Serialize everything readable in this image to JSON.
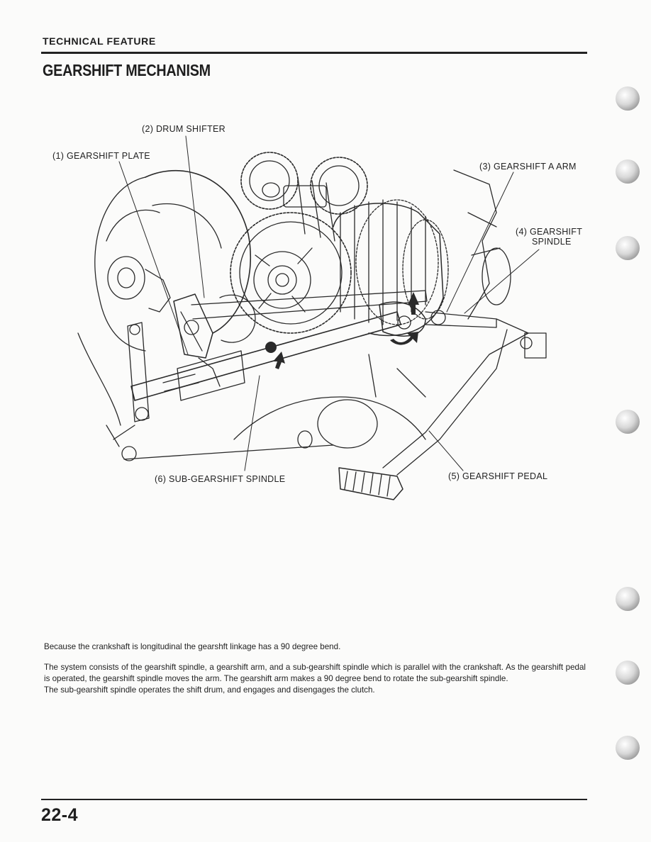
{
  "header": {
    "section_label": "TECHNICAL FEATURE",
    "title": "GEARSHIFT MECHANISM"
  },
  "figure": {
    "callouts": [
      "(1) GEARSHIFT PLATE",
      "(2) DRUM SHIFTER",
      "(3) GEARSHIFT A ARM",
      "(4) GEARSHIFT",
      "SPINDLE",
      "(5) GEARSHIFT PEDAL",
      "(6) SUB-GEARSHIFT SPINDLE"
    ]
  },
  "body": {
    "paragraphs": [
      "Because the crankshaft is longitudinal the gearshft linkage has a 90 degree bend.",
      "The system consists of the gearshift spindle, a gearshift arm, and a sub-gearshift spindle which is parallel with the crankshaft. As the gearshift pedal is operated, the gearshift spindle moves the arm. The gearshift arm makes a 90 degree bend to rotate the sub-gearshift spindle.",
      "The sub-gearshift spindle operates the shift drum, and engages and disengages the clutch."
    ]
  },
  "footer": {
    "page_number": "22-4"
  }
}
